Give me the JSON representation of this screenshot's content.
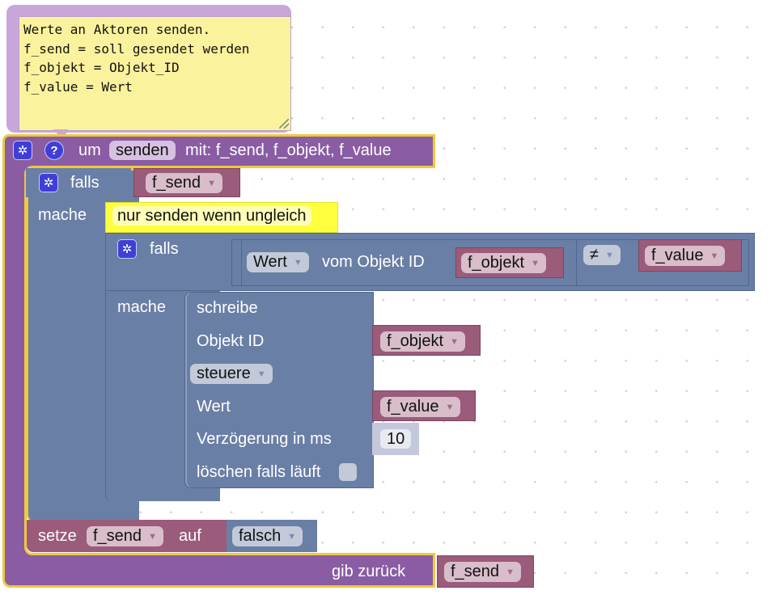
{
  "comment": {
    "text": "Werte an Aktoren senden.\nf_send = soll gesendet werden\nf_objekt = Objekt_ID\nf_value = Wert"
  },
  "procedure": {
    "label_prefix": "um",
    "name": "senden",
    "params_label": "mit: f_send, f_objekt, f_value",
    "return_label": "gib zurück",
    "return_var": "f_send"
  },
  "if_outer": {
    "if_label": "falls",
    "condition_var": "f_send",
    "do_label": "mache"
  },
  "inline_comment": {
    "text": "nur senden wenn ungleich"
  },
  "if_inner": {
    "if_label": "falls",
    "do_label": "mache",
    "compare": {
      "getter_property": "Wert",
      "getter_label": "vom Objekt ID",
      "getter_var": "f_objekt",
      "operator": "≠",
      "right_var": "f_value"
    }
  },
  "write_block": {
    "title": "schreibe",
    "object_id_label": "Objekt ID",
    "object_id_var": "f_objekt",
    "mode": "steuere",
    "value_label": "Wert",
    "value_var": "f_value",
    "delay_label": "Verzögerung in ms",
    "delay_value": "10",
    "clear_label": "löschen falls läuft",
    "clear_checked": false
  },
  "set_block": {
    "label": "setze",
    "var": "f_send",
    "to_label": "auf",
    "value": "falsch"
  },
  "colors": {
    "procedure": "#8a5ca3",
    "selection": "#f0c93c",
    "logic": "#6a7fa6",
    "variable": "#9b5b7b",
    "comment": "#fbf29d",
    "inline_comment": "#ffff40"
  }
}
